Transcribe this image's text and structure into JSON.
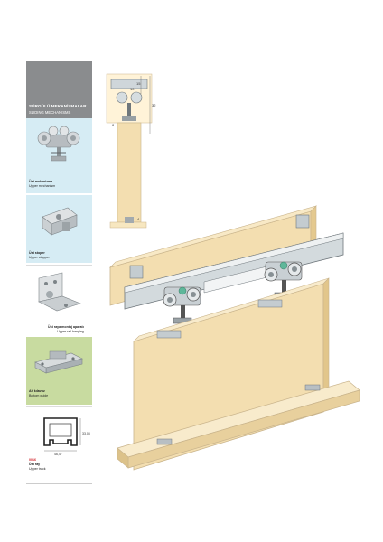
{
  "header": {
    "title_tr": "SÜRGÜLÜ MEKANİZMALAR",
    "title_en": "SLIDING MECHANISMS"
  },
  "panels": [
    {
      "name_tr": "Üst mekanizma",
      "name_en": "Upper mechanism",
      "icon": "roller-carriage-icon"
    },
    {
      "name_tr": "Üst stoper",
      "name_en": "Upper stopper",
      "icon": "stopper-icon"
    },
    {
      "name_tr": "Üst raya montaj aparatı",
      "name_en": "Upper rail hanging",
      "icon": "bracket-icon"
    },
    {
      "name_tr": "Alt kılavuz",
      "name_en": "Bottom guide",
      "icon": "guide-icon"
    },
    {
      "code": "0016",
      "name_tr": "Üst ray",
      "name_en": "Upper track",
      "icon": "track-profile-icon"
    }
  ],
  "profile_dims": {
    "width": "46,47",
    "height": "33,08"
  },
  "drawing_dims": {
    "d1": "32",
    "d2": "15",
    "d3": "10",
    "d4": "8",
    "d5": "4"
  },
  "colors": {
    "header": "#8a8c8e",
    "light_blue": "#d6ecf4",
    "light_green": "#c8dba0",
    "wood": "#f3deb0",
    "code_red": "#d2232a"
  }
}
